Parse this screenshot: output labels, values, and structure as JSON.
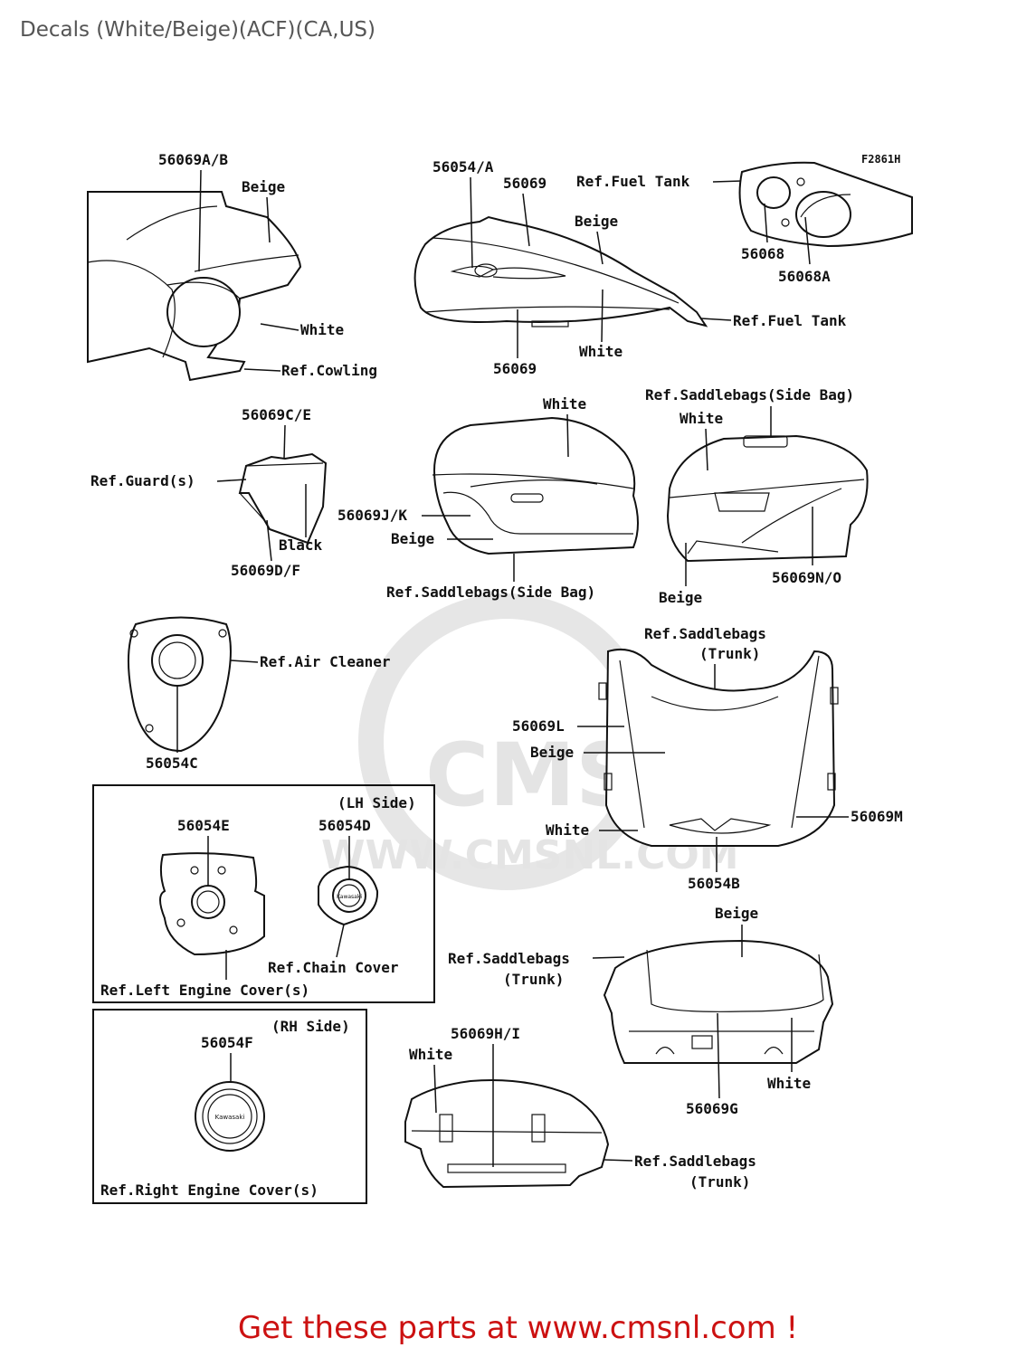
{
  "header": {
    "title": "Decals (White/Beige)(ACF)(CA,US)"
  },
  "diagram": {
    "figure_code": "F2861H",
    "watermark": {
      "brand": "CMS",
      "url": "WWW.CMSNL.COM"
    },
    "labels": {
      "p56069ab": "56069A/B",
      "beige_cowl": "Beige",
      "white_cowl": "White",
      "ref_cowling": "Ref.Cowling",
      "p56054a": "56054/A",
      "p56069_top": "56069",
      "ref_fuel_tank_top": "Ref.Fuel Tank",
      "beige_tank": "Beige",
      "ref_fuel_tank_mid": "Ref.Fuel Tank",
      "white_tank": "White",
      "p56069_bottom": "56069",
      "p56068": "56068",
      "p56068a": "56068A",
      "p56069ce": "56069C/E",
      "ref_guards": "Ref.Guard(s)",
      "black_guard": "Black",
      "p56069df": "56069D/F",
      "white_sidebag": "White",
      "p56069jk": "56069J/K",
      "beige_sidebag": "Beige",
      "ref_saddlebags_side_l": "Ref.Saddlebags(Side Bag)",
      "ref_saddlebags_side_r": "Ref.Saddlebags(Side Bag)",
      "white_sidebag_r": "White",
      "p56069no": "56069N/O",
      "beige_sidebag_r": "Beige",
      "ref_air_cleaner": "Ref.Air Cleaner",
      "p56054c": "56054C",
      "ref_saddlebags_trunk_1a": "Ref.Saddlebags",
      "ref_saddlebags_trunk_1b": "(Trunk)",
      "p56069l": "56069L",
      "beige_trunk1": "Beige",
      "white_trunk1": "White",
      "p56069m": "56069M",
      "p56054b": "56054B",
      "lh_side": "(LH Side)",
      "p56054e": "56054E",
      "p56054d": "56054D",
      "ref_chain_cover": "Ref.Chain Cover",
      "ref_left_engine_cover": "Ref.Left Engine Cover(s)",
      "beige_trunk2": "Beige",
      "ref_saddlebags_trunk_2a": "Ref.Saddlebags",
      "ref_saddlebags_trunk_2b": "(Trunk)",
      "white_trunk2": "White",
      "p56069g": "56069G",
      "rh_side": "(RH Side)",
      "p56054f": "56054F",
      "ref_right_engine_cover": "Ref.Right Engine Cover(s)",
      "p56069hi": "56069H/I",
      "white_trunk3": "White",
      "ref_saddlebags_trunk_3a": "Ref.Saddlebags",
      "ref_saddlebags_trunk_3b": "(Trunk)",
      "kawasaki_mark": "Kawasaki"
    }
  },
  "footer": {
    "cta": "Get these parts at www.cmsnl.com !"
  },
  "colors": {
    "title": "#555555",
    "cta": "#cc1111",
    "linework": "#111111",
    "watermark": "#e4e4e4"
  }
}
